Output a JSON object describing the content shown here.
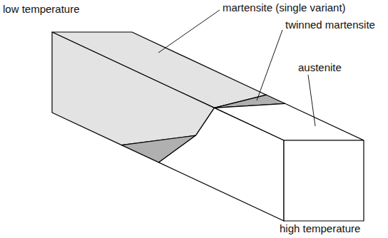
{
  "diagram": {
    "labels": [
      "low temperature",
      "martensite (single variant)",
      "twinned martensite",
      "austenite",
      "high temperature"
    ]
  }
}
